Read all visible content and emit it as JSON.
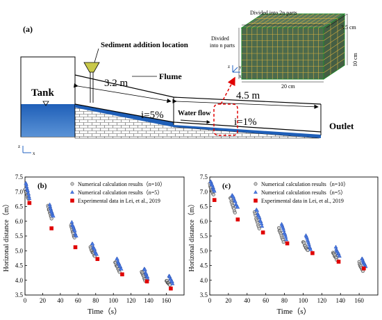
{
  "panel_a": {
    "label": "(a)",
    "tank": "Tank",
    "sediment": "Sediment addition location",
    "flume": "Flume",
    "len1": "3.2 m",
    "len2": "4.5 m",
    "slope1": "i=5%",
    "slope2": "i=1%",
    "water_flow": "Water flow",
    "outlet": "Outlet",
    "cube_top": "Divided into 2n parts",
    "cube_left_1": "Divided",
    "cube_left_2": "into n parts",
    "dim_depth": "3.5 cm",
    "dim_height": "10 cm",
    "dim_width": "20 cm",
    "axis_z": "z",
    "axis_x": "x",
    "axis_y": "y"
  },
  "chart_data": [
    {
      "type": "scatter",
      "panel": "(b)",
      "xlabel": "Time（s）",
      "ylabel": "Horizonal distance（m）",
      "xlim": [
        0,
        180
      ],
      "ylim": [
        3.5,
        7.5
      ],
      "xticks": [
        "0",
        "20",
        "40",
        "60",
        "80",
        "100",
        "120",
        "140",
        "160"
      ],
      "yticks": [
        "3.5",
        "4.0",
        "4.5",
        "5.0",
        "5.5",
        "6.0",
        "6.5",
        "7.0",
        "7.5"
      ],
      "legend": [
        "Numerical calculation results（n=10）",
        "Numerical calculation results（n=5）",
        "Experimental data in Lei, et al., 2019"
      ],
      "series": [
        {
          "name": "Numerical calculation results（n=10）",
          "marker": "circle",
          "clusters": [
            [
              0,
              4,
              7.1,
              6.75
            ],
            [
              26,
              30,
              6.5,
              6.1
            ],
            [
              52,
              56,
              5.85,
              5.45
            ],
            [
              74,
              79,
              5.1,
              4.8
            ],
            [
              102,
              107,
              4.6,
              4.3
            ],
            [
              132,
              136,
              4.3,
              4.0
            ],
            [
              160,
              164,
              4.0,
              3.85
            ]
          ]
        },
        {
          "name": "Numerical calculation results（n=5）",
          "marker": "triangle",
          "clusters": [
            [
              1,
              5,
              7.3,
              6.8
            ],
            [
              28,
              32,
              6.55,
              6.15
            ],
            [
              53,
              58,
              5.95,
              5.5
            ],
            [
              76,
              81,
              5.25,
              4.85
            ],
            [
              104,
              109,
              4.75,
              4.35
            ],
            [
              135,
              139,
              4.4,
              4.05
            ],
            [
              163,
              167,
              4.15,
              3.9
            ]
          ]
        },
        {
          "name": "Experimental data in Lei, et al., 2019",
          "marker": "square",
          "x": [
            5,
            30,
            57,
            82,
            110,
            138,
            165
          ],
          "y": [
            6.62,
            5.76,
            5.12,
            4.72,
            4.2,
            3.96,
            3.72
          ]
        }
      ]
    },
    {
      "type": "scatter",
      "panel": "(c)",
      "xlabel": "Time（s）",
      "ylabel": "Horizonal distance（m）",
      "xlim": [
        0,
        180
      ],
      "ylim": [
        3.5,
        7.5
      ],
      "xticks": [
        "0",
        "20",
        "40",
        "60",
        "80",
        "100",
        "120",
        "140",
        "160"
      ],
      "yticks": [
        "3.5",
        "4.0",
        "4.5",
        "5.0",
        "5.5",
        "6.0",
        "6.5",
        "7.0",
        "7.5"
      ],
      "legend": [
        "Numerical calculation results（n=10）",
        "Numerical calculation results（n=5）",
        "Experimental data in Lei, et al., 2019"
      ],
      "series": [
        {
          "name": "Numerical calculation results（n=10）",
          "marker": "circle",
          "clusters": [
            [
              0,
              4,
              7.25,
              6.9
            ],
            [
              22,
              27,
              6.8,
              6.3
            ],
            [
              48,
              53,
              6.3,
              5.75
            ],
            [
              74,
              79,
              5.75,
              5.3
            ],
            [
              100,
              105,
              5.3,
              5.0
            ],
            [
              132,
              136,
              4.95,
              4.7
            ],
            [
              160,
              164,
              4.6,
              4.3
            ]
          ]
        },
        {
          "name": "Numerical calculation results（n=5）",
          "marker": "triangle",
          "clusters": [
            [
              1,
              5,
              7.35,
              7.0
            ],
            [
              24,
              30,
              6.9,
              6.45
            ],
            [
              50,
              56,
              6.4,
              5.85
            ],
            [
              77,
              82,
              5.9,
              5.4
            ],
            [
              103,
              108,
              5.5,
              5.05
            ],
            [
              135,
              139,
              5.1,
              4.8
            ],
            [
              163,
              167,
              4.75,
              4.45
            ]
          ]
        },
        {
          "name": "Experimental data in Lei, et al., 2019",
          "marker": "square",
          "x": [
            5,
            30,
            57,
            83,
            110,
            138,
            165
          ],
          "y": [
            6.72,
            6.06,
            5.62,
            5.25,
            4.92,
            4.63,
            4.4
          ]
        }
      ]
    }
  ]
}
